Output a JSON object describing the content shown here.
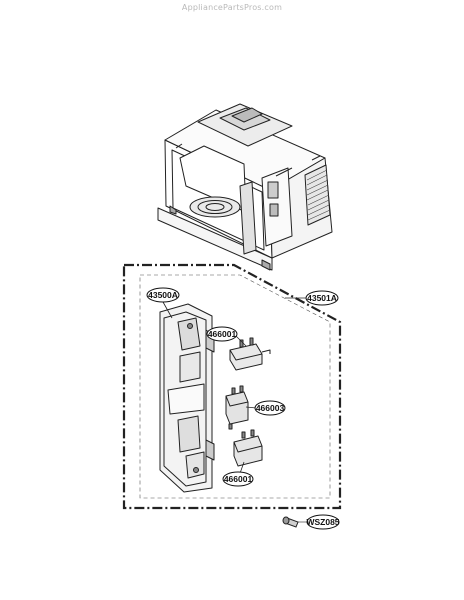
{
  "watermark": "AppliancePartsPros.com",
  "parts": {
    "frame_assembly": "43501A",
    "interlock_bracket": "43500A",
    "switch_upper": "466001",
    "switch_middle": "466003",
    "switch_lower": "466001",
    "screw": "WSZ085"
  }
}
